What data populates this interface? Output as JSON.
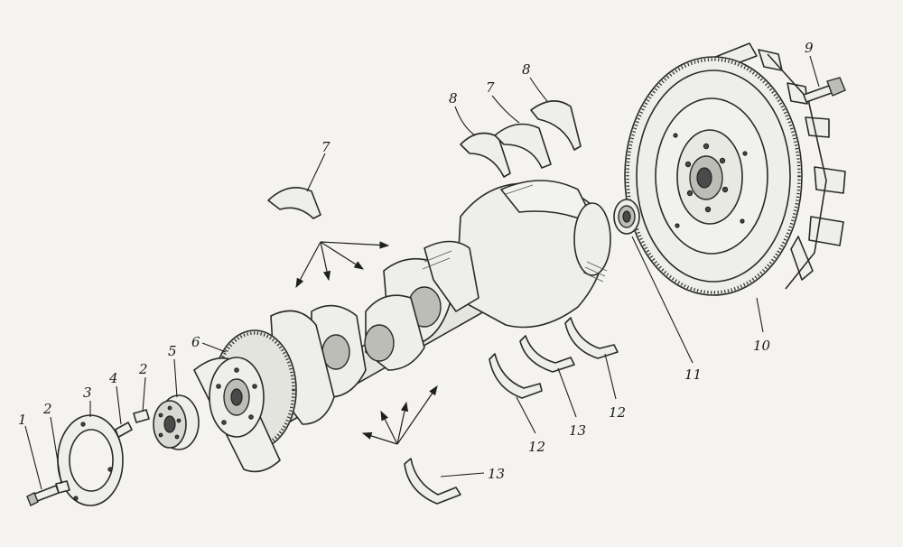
{
  "callouts": {
    "c1": "1",
    "c2a": "2",
    "c2b": "2",
    "c3": "3",
    "c4": "4",
    "c5": "5",
    "c6": "6",
    "c7a": "7",
    "c7b": "7",
    "c8a": "8",
    "c8b": "8",
    "c9": "9",
    "c10": "10",
    "c11": "11",
    "c12a": "12",
    "c12b": "12",
    "c13a": "13",
    "c13b": "13"
  },
  "colors": {
    "background": "#f4f3f0",
    "ink": "#1f1f1f",
    "part_fill": "#eeeeea"
  }
}
